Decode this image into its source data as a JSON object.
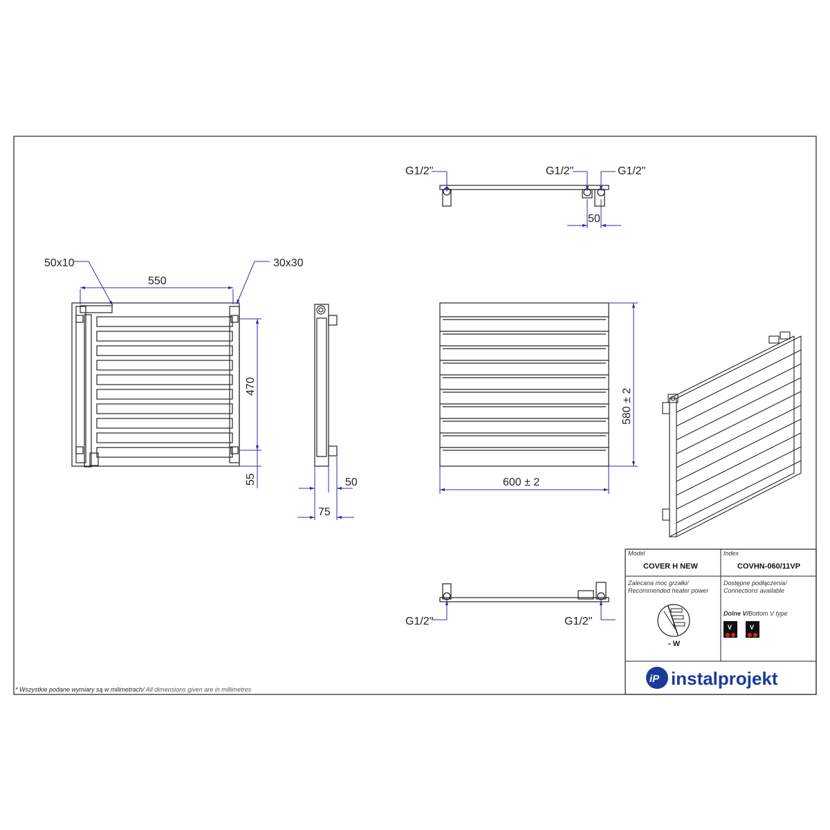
{
  "dimensions": {
    "bar_size": "50x10",
    "pipe_size": "30x30",
    "pipe_spacing": "550",
    "connection_spacing": "470",
    "bottom_offset": "55",
    "depth_wall": "50",
    "depth_total": "75",
    "width": "600  ± 2",
    "height": "580  ± 2",
    "top_conn_spacing": "50"
  },
  "connections": {
    "top_left": "G1/2\"",
    "top_mid": "G1/2\"",
    "top_right": "G1/2\"",
    "bottom_left": "G1/2\"",
    "bottom_right": "G1/2\""
  },
  "title_block": {
    "model_label": "Model",
    "model_value": "COVER H NEW",
    "index_label": "Index",
    "index_value": "COVHN-060/11VP",
    "heater_label_pl": "Zalecana moc grzałki/",
    "heater_label_en": "Recommended heater power",
    "heater_value": "- W",
    "connections_label_pl": "Dostępne podłączenia/",
    "connections_label_en": "Connections available",
    "connection_type_pl": "Dolne V/",
    "connection_type_en": "Bottom V type",
    "conn_badge_1": "V",
    "conn_badge_2": "V"
  },
  "footnote": {
    "pl": "* Wszystkie podane wymiary są w milimetrach/",
    "en": " All dimensions given are in millimetres"
  },
  "brand": {
    "logo_mark": "iP",
    "name": "instalprojekt",
    "color": "#1a3a9c"
  },
  "colors": {
    "dimension_line": "#2b2bb0",
    "drawing_line": "#222222"
  }
}
